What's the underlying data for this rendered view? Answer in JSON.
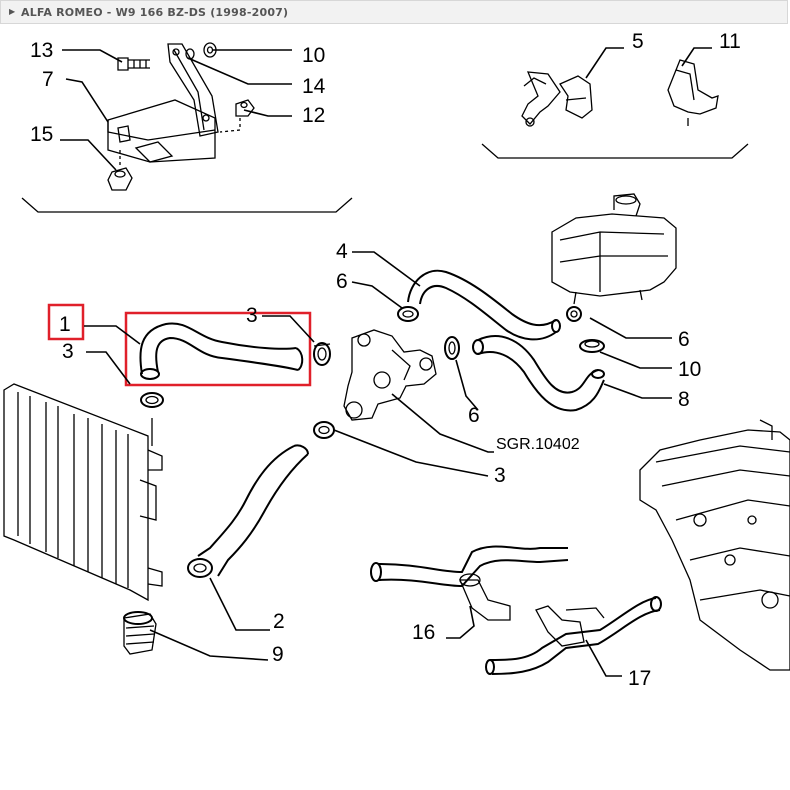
{
  "header": {
    "arrow_icon": "triangle-right-icon",
    "title": "ALFA ROMEO - W9 166 BZ-DS (1998-2007)"
  },
  "highlight_color": "#e0202a",
  "callouts": {
    "c13": "13",
    "c10a": "10",
    "c14": "14",
    "c7": "7",
    "c12": "12",
    "c15": "15",
    "c5": "5",
    "c11": "11",
    "c4": "4",
    "c6a": "6",
    "c1": "1",
    "c3a": "3",
    "c3b": "3",
    "c6b": "6",
    "c10b": "10",
    "c8": "8",
    "c6c": "6",
    "ref": "SGR.10402",
    "c3c": "3",
    "c2": "2",
    "c9": "9",
    "c16": "16",
    "c17": "17"
  }
}
